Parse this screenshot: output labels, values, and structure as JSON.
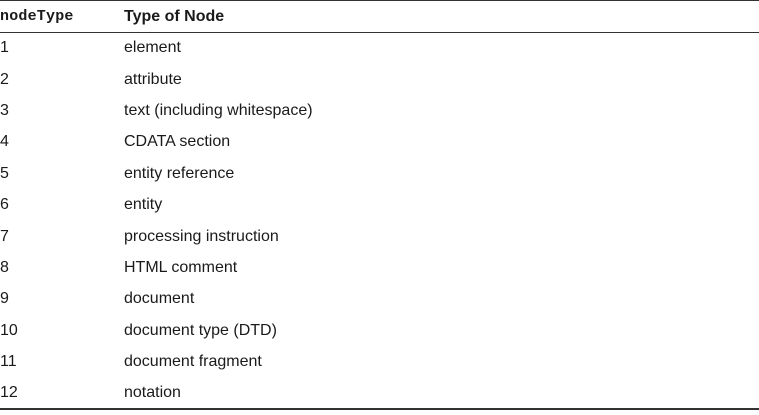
{
  "table": {
    "headers": [
      "nodeType",
      "Type of Node"
    ],
    "rows": [
      [
        "1",
        "element"
      ],
      [
        "2",
        "attribute"
      ],
      [
        "3",
        "text (including whitespace)"
      ],
      [
        "4",
        "CDATA section"
      ],
      [
        "5",
        "entity reference"
      ],
      [
        "6",
        "entity"
      ],
      [
        "7",
        "processing instruction"
      ],
      [
        "8",
        "HTML comment"
      ],
      [
        "9",
        "document"
      ],
      [
        "10",
        "document type (DTD)"
      ],
      [
        "11",
        "document fragment"
      ],
      [
        "12",
        "notation"
      ]
    ]
  }
}
